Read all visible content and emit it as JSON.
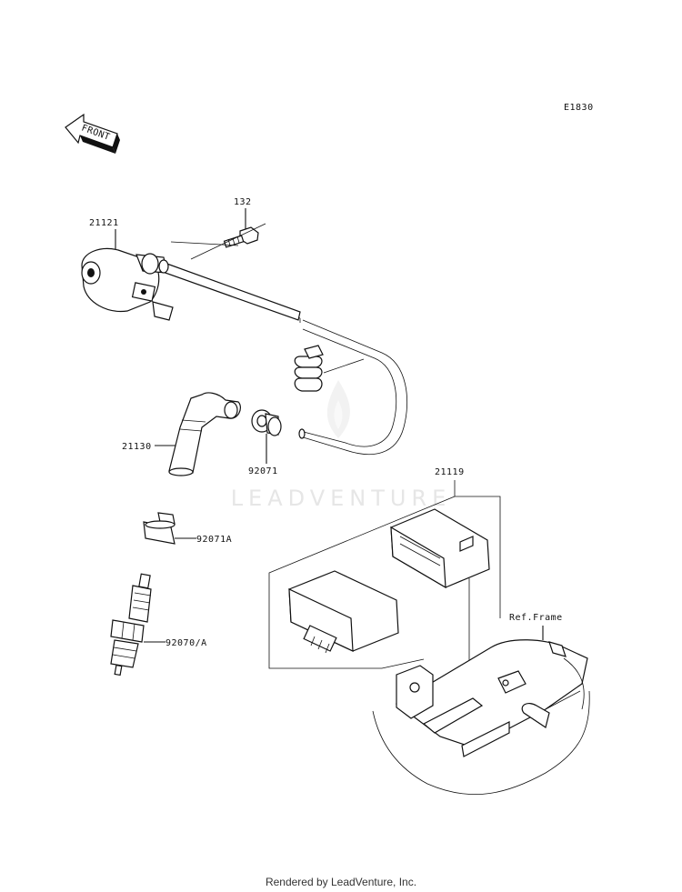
{
  "diagram": {
    "code": "E1830",
    "front_arrow_label": "FRONT",
    "watermark_text": "LEADVENTURE",
    "ref_label": "Ref.Frame",
    "parts": [
      {
        "id": "p132",
        "number": "132",
        "icon": "bolt-icon"
      },
      {
        "id": "p21121",
        "number": "21121",
        "icon": "ignition-coil-icon"
      },
      {
        "id": "p21130",
        "number": "21130",
        "icon": "plug-cap-icon"
      },
      {
        "id": "p92071",
        "number": "92071",
        "icon": "grommet-icon"
      },
      {
        "id": "p92071A",
        "number": "92071A",
        "icon": "cap-icon"
      },
      {
        "id": "p92070A",
        "number": "92070/A",
        "icon": "spark-plug-icon"
      },
      {
        "id": "p21119",
        "number": "21119",
        "icon": "igniter-unit-icon"
      }
    ]
  },
  "footer": {
    "text": "Rendered by LeadVenture, Inc."
  },
  "colors": {
    "line": "#111111",
    "watermark": "#e6e6e6",
    "background": "#ffffff"
  }
}
